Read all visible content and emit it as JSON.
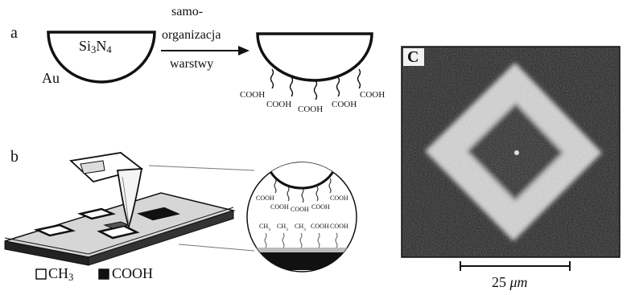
{
  "panel_a": {
    "label": "a",
    "tip_material_main": "Si",
    "tip_sub_1": "3",
    "tip_material_mid": "N",
    "tip_sub_2": "4",
    "coating": "Au",
    "arrow_line1": "samo-",
    "arrow_line2": "organizacja",
    "arrow_line3": "warstwy",
    "groups": [
      "COOH",
      "COOH",
      "COOH",
      "COOH",
      "COOH"
    ]
  },
  "panel_b": {
    "label": "b",
    "zoom_tip_groups": [
      "COOH",
      "COOH",
      "COOH",
      "COOH",
      "COOH"
    ],
    "surface_groups": [
      "CH",
      "CH",
      "CH",
      "COOH",
      "COOH"
    ],
    "surface_subs": [
      "3",
      "3",
      "3"
    ],
    "legend": [
      {
        "swatch": "#ffffff",
        "name_main": "CH",
        "name_sub": "3"
      },
      {
        "swatch": "#111111",
        "name_main": "COOH",
        "name_sub": ""
      }
    ]
  },
  "panel_c": {
    "label": "C",
    "scale_value": "25",
    "scale_unit": "μm"
  },
  "colors": {
    "ink": "#111111",
    "image_dark": "#101010",
    "image_bright": "#e8e8e8"
  }
}
